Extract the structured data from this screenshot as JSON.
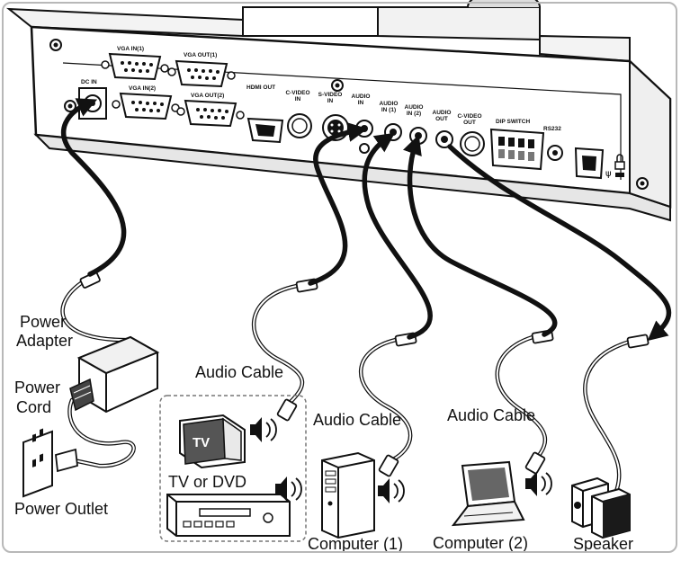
{
  "ports": {
    "dc_in": "DC IN",
    "vga_in_1": "VGA IN(1)",
    "vga_out_1": "VGA OUT(1)",
    "vga_in_2": "VGA IN(2)",
    "vga_out_2": "VGA OUT(2)",
    "hdmi_out": "HDMI OUT",
    "c_video_in_1": "C-VIDEO",
    "c_video_in_2": "IN",
    "s_video_in_1": "S-VIDEO",
    "s_video_in_2": "IN",
    "audio_in_1": "AUDIO",
    "audio_in_2": "IN",
    "audio_in1_1": "AUDIO",
    "audio_in1_2": "IN (1)",
    "audio_in2_1": "AUDIO",
    "audio_in2_2": "IN (2)",
    "audio_out_1": "AUDIO",
    "audio_out_2": "OUT",
    "c_video_out_1": "C-VIDEO",
    "c_video_out_2": "OUT",
    "dip_switch": "DIP SWITCH",
    "rs232": "RS232"
  },
  "labels": {
    "power_adapter_1": "Power",
    "power_adapter_2": "Adapter",
    "power_cord_1": "Power",
    "power_cord_2": "Cord",
    "power_outlet": "Power Outlet",
    "audio_cable_1": "Audio Cable",
    "audio_cable_2": "Audio Cable",
    "audio_cable_3": "Audio Cable",
    "tv_or_dvd": "TV or DVD",
    "tv_screen": "TV",
    "computer_1": "Computer (1)",
    "computer_2": "Computer (2)",
    "speaker": "Speaker"
  },
  "colors": {
    "line": "#111111",
    "cable": "#888888",
    "cable_inner": "#ffffff",
    "panel": "#ffffff",
    "shade": "#e4e4e4"
  }
}
